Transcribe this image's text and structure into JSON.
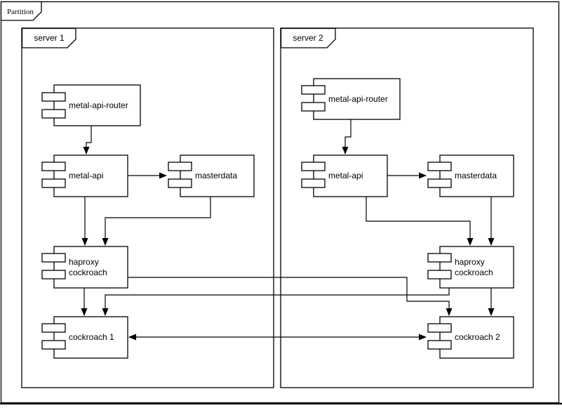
{
  "frame": {
    "label": "Partition"
  },
  "servers": [
    {
      "label": "server 1",
      "components": [
        {
          "id": "metal-api-router",
          "label": "metal-api-router"
        },
        {
          "id": "metal-api",
          "label": "metal-api"
        },
        {
          "id": "masterdata",
          "label": "masterdata"
        },
        {
          "id": "haproxy-cockroach",
          "label_lines": [
            "haproxy",
            "cockroach"
          ]
        },
        {
          "id": "cockroach-1",
          "label": "cockroach 1"
        }
      ]
    },
    {
      "label": "server 2",
      "components": [
        {
          "id": "metal-api-router",
          "label": "metal-api-router"
        },
        {
          "id": "metal-api",
          "label": "metal-api"
        },
        {
          "id": "masterdata",
          "label": "masterdata"
        },
        {
          "id": "haproxy-cockroach",
          "label_lines": [
            "haproxy",
            "cockroach"
          ]
        },
        {
          "id": "cockroach-2",
          "label": "cockroach 2"
        }
      ]
    }
  ],
  "edges": [
    {
      "from": "server1.metal-api-router",
      "to": "server1.metal-api",
      "style": "arrow"
    },
    {
      "from": "server1.metal-api",
      "to": "server1.masterdata",
      "style": "arrow"
    },
    {
      "from": "server1.metal-api",
      "to": "server1.haproxy-cockroach",
      "style": "arrow"
    },
    {
      "from": "server1.masterdata",
      "to": "server1.haproxy-cockroach",
      "style": "arrow"
    },
    {
      "from": "server1.haproxy-cockroach",
      "to": "server1.cockroach-1",
      "style": "arrow"
    },
    {
      "from": "server1.haproxy-cockroach",
      "to": "server2.cockroach-2",
      "style": "arrow"
    },
    {
      "from": "server2.metal-api-router",
      "to": "server2.metal-api",
      "style": "arrow"
    },
    {
      "from": "server2.metal-api",
      "to": "server2.masterdata",
      "style": "arrow"
    },
    {
      "from": "server2.metal-api",
      "to": "server2.haproxy-cockroach",
      "style": "arrow"
    },
    {
      "from": "server2.masterdata",
      "to": "server2.haproxy-cockroach",
      "style": "arrow"
    },
    {
      "from": "server2.haproxy-cockroach",
      "to": "server2.cockroach-2",
      "style": "arrow"
    },
    {
      "from": "server2.haproxy-cockroach",
      "to": "server1.cockroach-1",
      "style": "arrow"
    },
    {
      "from": "server1.cockroach-1",
      "to": "server2.cockroach-2",
      "style": "double-arrow"
    }
  ],
  "colors": {
    "stroke": "#000000",
    "fill": "#ffffff",
    "text": "#000000"
  }
}
